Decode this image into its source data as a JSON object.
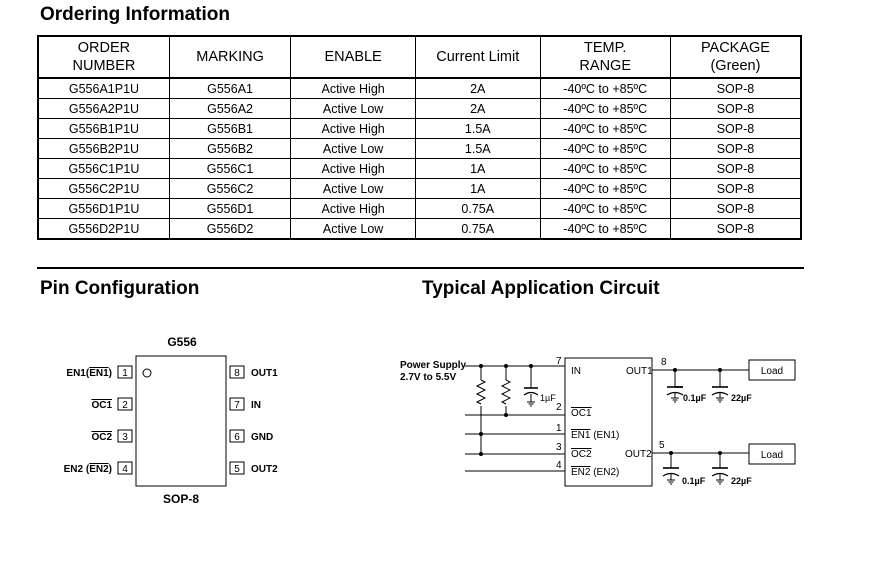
{
  "ordering": {
    "title": "Ordering Information",
    "headers": [
      {
        "line1": "ORDER",
        "line2": "NUMBER"
      },
      {
        "line1": "MARKING",
        "line2": ""
      },
      {
        "line1": "ENABLE",
        "line2": ""
      },
      {
        "line1": "Current Limit",
        "line2": ""
      },
      {
        "line1": "TEMP.",
        "line2": "RANGE"
      },
      {
        "line1": "PACKAGE",
        "line2": "(Green)"
      }
    ],
    "rows": [
      [
        "G556A1P1U",
        "G556A1",
        "Active High",
        "2A",
        "-40ºC to +85ºC",
        "SOP-8"
      ],
      [
        "G556A2P1U",
        "G556A2",
        "Active Low",
        "2A",
        "-40ºC to +85ºC",
        "SOP-8"
      ],
      [
        "G556B1P1U",
        "G556B1",
        "Active High",
        "1.5A",
        "-40ºC to +85ºC",
        "SOP-8"
      ],
      [
        "G556B2P1U",
        "G556B2",
        "Active Low",
        "1.5A",
        "-40ºC to +85ºC",
        "SOP-8"
      ],
      [
        "G556C1P1U",
        "G556C1",
        "Active High",
        "1A",
        "-40ºC to +85ºC",
        "SOP-8"
      ],
      [
        "G556C2P1U",
        "G556C2",
        "Active Low",
        "1A",
        "-40ºC to +85ºC",
        "SOP-8"
      ],
      [
        "G556D1P1U",
        "G556D1",
        "Active High",
        "0.75A",
        "-40ºC to +85ºC",
        "SOP-8"
      ],
      [
        "G556D2P1U",
        "G556D2",
        "Active Low",
        "0.75A",
        "-40ºC to +85ºC",
        "SOP-8"
      ]
    ]
  },
  "pin_config": {
    "title": "Pin Configuration",
    "chip_label": "G556",
    "package_label": "SOP-8",
    "left_pins": [
      {
        "num": "1",
        "name": "EN1(",
        "name_bar": "EN1",
        "name_end": ")"
      },
      {
        "num": "2",
        "name": "",
        "name_bar": "OC1",
        "name_end": ""
      },
      {
        "num": "3",
        "name": "",
        "name_bar": "OC2",
        "name_end": ""
      },
      {
        "num": "4",
        "name": "EN2 (",
        "name_bar": "EN2",
        "name_end": ")"
      }
    ],
    "right_pins": [
      {
        "num": "8",
        "name": "OUT1"
      },
      {
        "num": "7",
        "name": "IN"
      },
      {
        "num": "6",
        "name": "GND"
      },
      {
        "num": "5",
        "name": "OUT2"
      }
    ]
  },
  "app_circuit": {
    "title": "Typical Application Circuit",
    "supply_line1": "Power Supply",
    "supply_line2": "2.7V to 5.5V",
    "in_cap": "1µF",
    "pin_in": "IN",
    "pin_oc1": "OC1",
    "pin_en1_bar": "EN1",
    "pin_en1_rest": " (EN1)",
    "pin_oc2": "OC2",
    "pin_en2_bar": "EN2",
    "pin_en2_rest": " (EN2)",
    "pin_out1": "OUT1",
    "pin_out2": "OUT2",
    "num_in": "7",
    "num_oc1": "2",
    "num_en1": "1",
    "num_oc2": "3",
    "num_en2": "4",
    "num_out1": "8",
    "num_out2": "5",
    "cap_small": "0.1µF",
    "cap_large": "22µF",
    "load": "Load"
  }
}
